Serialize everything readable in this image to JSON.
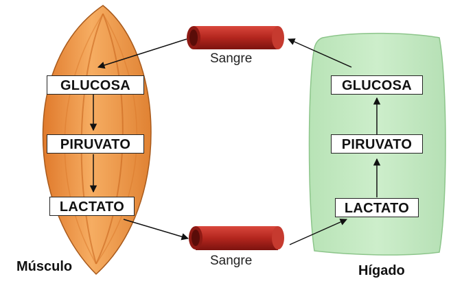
{
  "muscle": {
    "title": "Músculo",
    "color": "#f0a45a",
    "steps": [
      "GLUCOSA",
      "PIRUVATO",
      "LACTATO"
    ]
  },
  "liver": {
    "title": "Hígado",
    "color": "#c8edc8",
    "steps": [
      "GLUCOSA",
      "PIRUVATO",
      "LACTATO"
    ]
  },
  "blood": {
    "top_label": "Sangre",
    "bottom_label": "Sangre",
    "vessel_color": "#b3261e"
  }
}
